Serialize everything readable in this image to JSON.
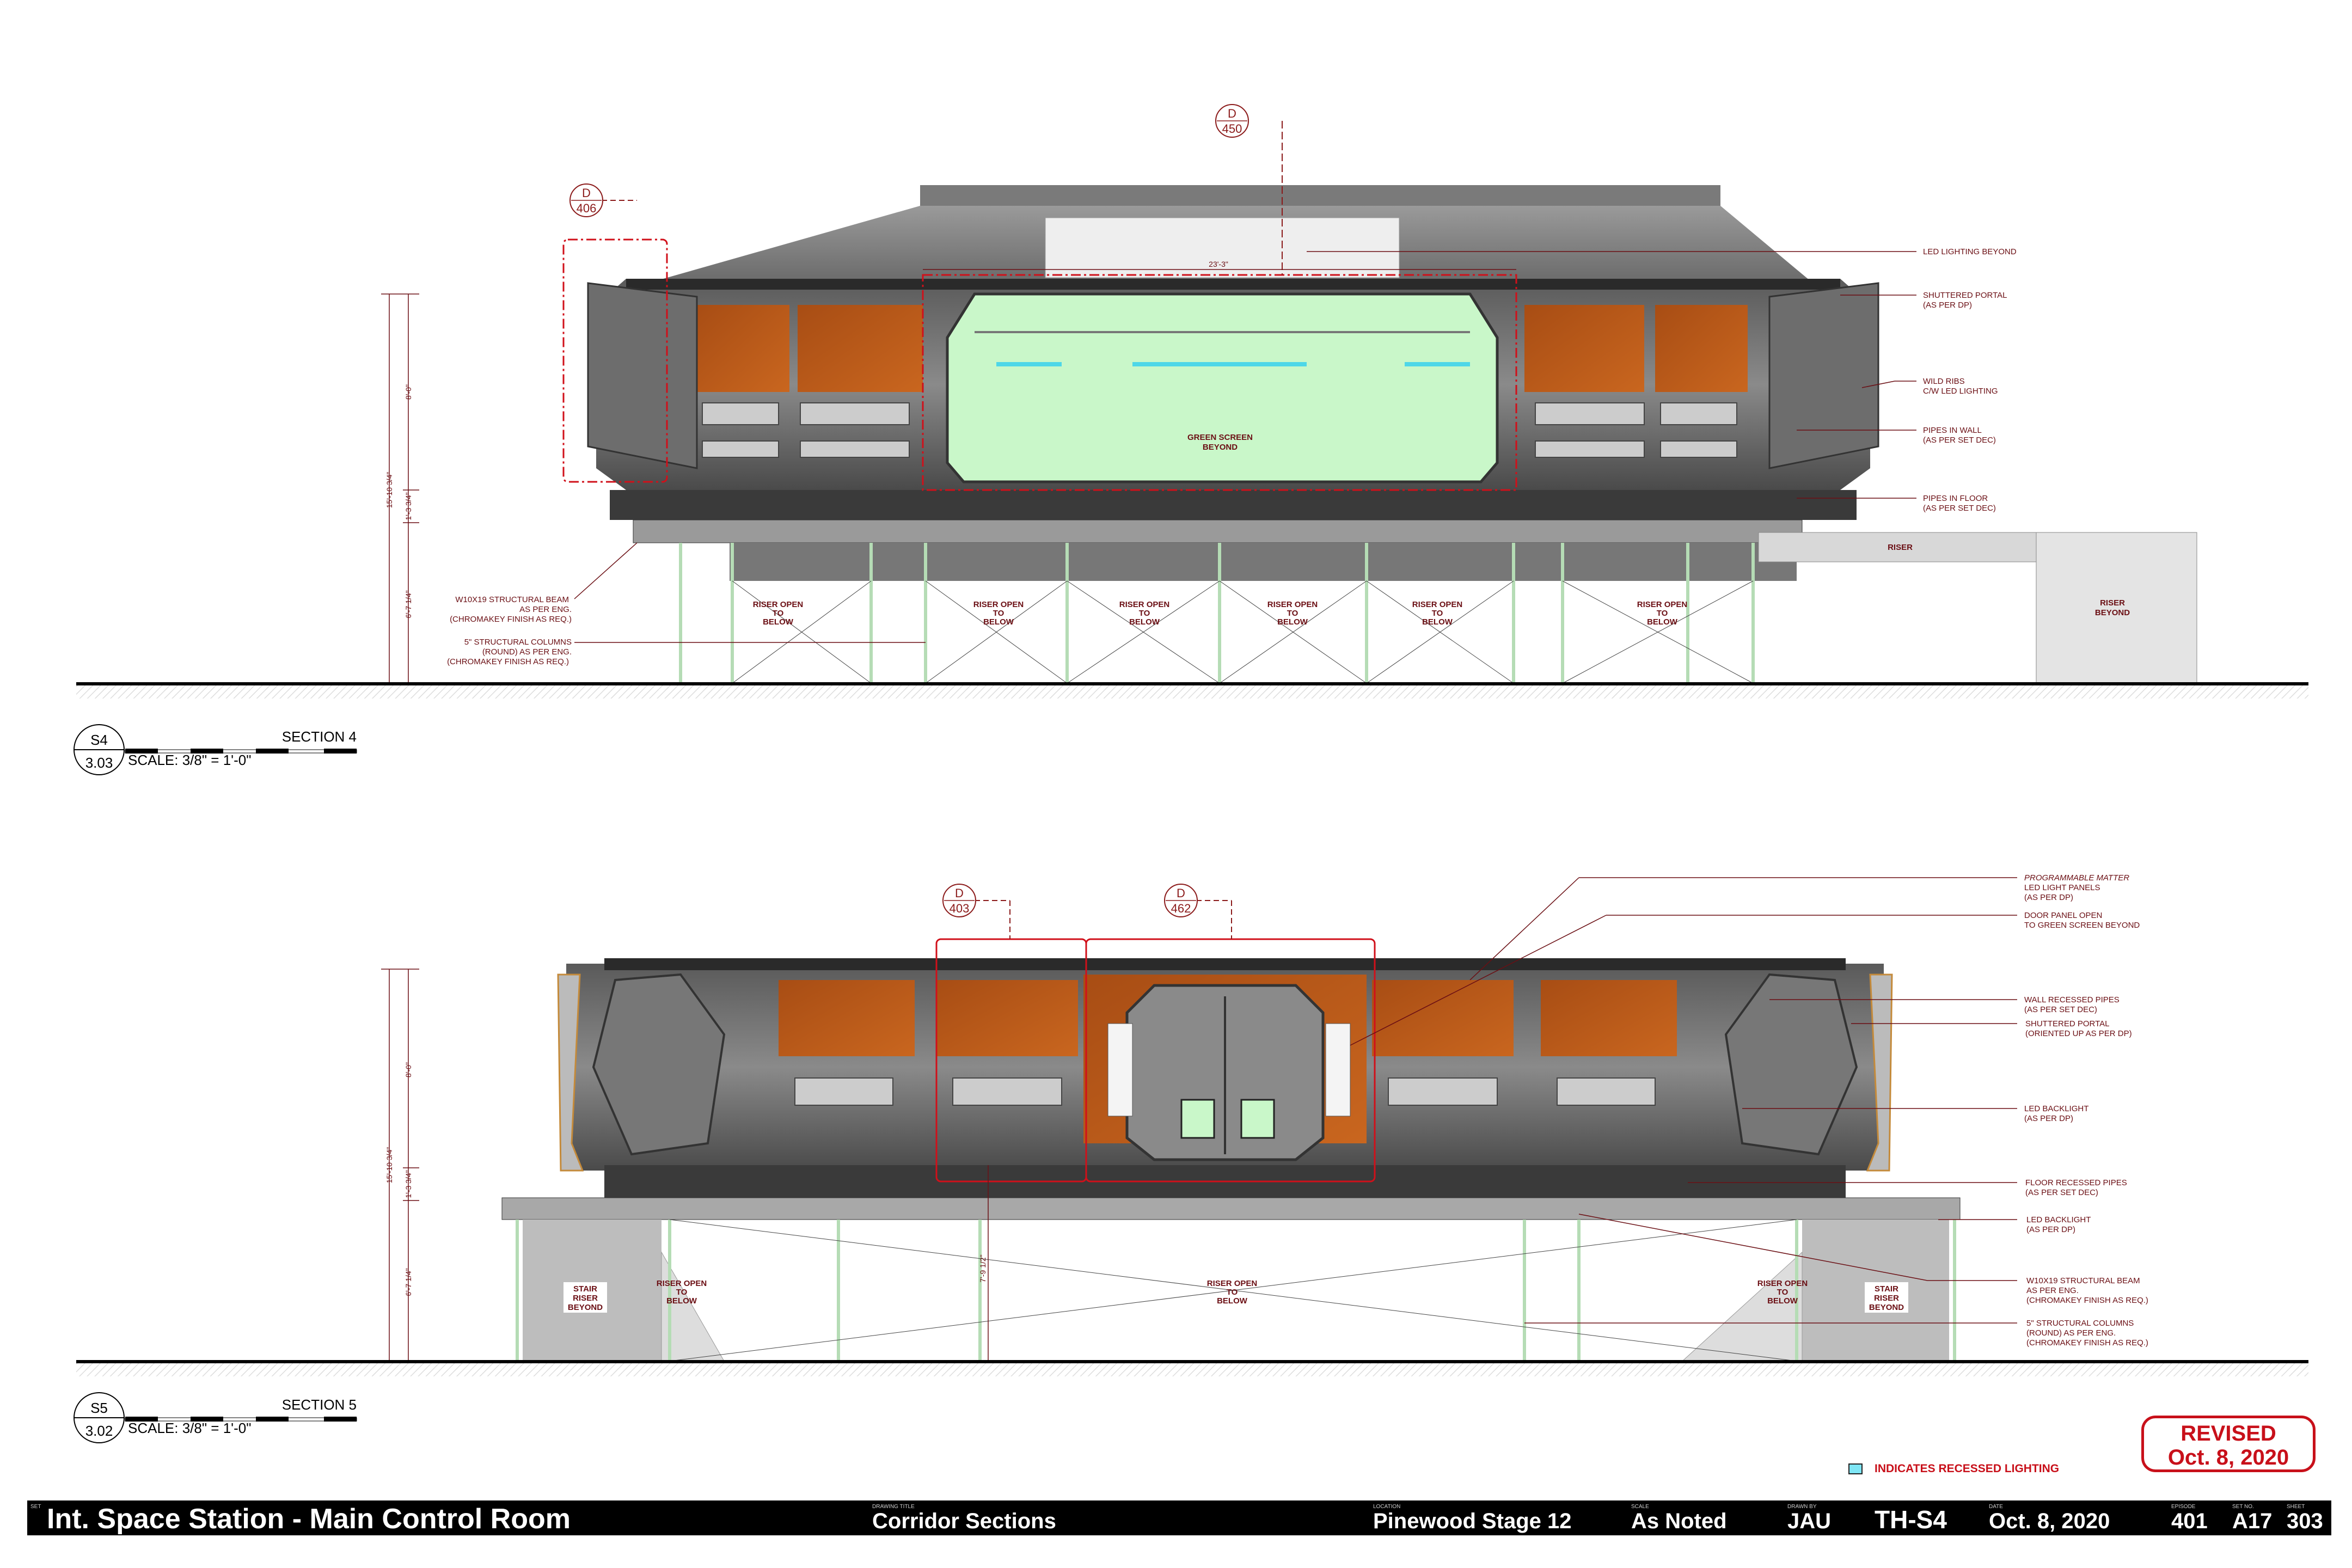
{
  "title_block": {
    "set": {
      "label": "SET",
      "value": "Int. Space Station - Main Control Room"
    },
    "drawing_title": {
      "label": "DRAWING TITLE",
      "value": "Corridor Sections"
    },
    "location": {
      "label": "LOCATION",
      "value": "Pinewood Stage 12"
    },
    "scale": {
      "label": "SCALE",
      "value": "As Noted"
    },
    "drawn_by": {
      "label": "DRAWN BY",
      "value": "JAU"
    },
    "code": {
      "label": "",
      "value": "TH-S4"
    },
    "date": {
      "label": "DATE",
      "value": "Oct. 8, 2020"
    },
    "episode": {
      "label": "EPISODE",
      "value": "401"
    },
    "set_no": {
      "label": "SET NO.",
      "value": "A17"
    },
    "sheet": {
      "label": "SHEET",
      "value": "303"
    }
  },
  "stamp": {
    "line1": "REVISED",
    "line2": "Oct. 8, 2020",
    "color": "#c8101a"
  },
  "legend": {
    "text": "INDICATES RECESSED LIGHTING",
    "swatch_color": "#7fe6f5"
  },
  "section4": {
    "id": "S4",
    "sheet_ref": "3.03",
    "title": "SECTION 4",
    "scale": "SCALE: 3/8\" = 1'-0\"",
    "detail_tags": [
      {
        "letter": "D",
        "number": "450"
      },
      {
        "letter": "D",
        "number": "406"
      }
    ],
    "dimension_width": "23'-3\"",
    "dimensions_vertical": [
      "8'-0\"",
      "1'-3 3/4\"",
      "15'-10 3/4\"",
      "6'-7 1/4\""
    ],
    "green_screen": [
      "GREEN SCREEN",
      "BEYOND"
    ],
    "right_notes": [
      [
        "LED LIGHTING BEYOND"
      ],
      [
        "SHUTTERED PORTAL",
        "(AS PER DP)"
      ],
      [
        "WILD RIBS",
        "C/W LED LIGHTING"
      ],
      [
        "PIPES IN WALL",
        "(AS PER SET DEC)"
      ],
      [
        "PIPES IN FLOOR",
        "(AS PER SET DEC)"
      ]
    ],
    "left_notes": [
      [
        "W10X19 STRUCTURAL BEAM",
        "AS PER ENG.",
        "(CHROMAKEY FINISH AS REQ.)"
      ],
      [
        "5\" STRUCTURAL COLUMNS",
        "(ROUND) AS PER ENG.",
        "(CHROMAKEY FINISH AS REQ.)"
      ]
    ],
    "riser_open": [
      "RISER OPEN",
      "TO",
      "BELOW"
    ],
    "riser": "RISER",
    "riser_beyond": [
      "RISER",
      "BEYOND"
    ]
  },
  "section5": {
    "id": "S5",
    "sheet_ref": "3.02",
    "title": "SECTION 5",
    "scale": "SCALE: 3/8\" = 1'-0\"",
    "detail_tags": [
      {
        "letter": "D",
        "number": "403"
      },
      {
        "letter": "D",
        "number": "462"
      }
    ],
    "dimensions_vertical": [
      "8'-0\"",
      "1'-3 3/4\"",
      "15'-10 3/4\"",
      "6'-7 1/4\"",
      "7'-9 1/2\""
    ],
    "right_notes": [
      [
        "PROGRAMMABLE MATTER",
        "LED LIGHT PANELS",
        "(AS PER DP)"
      ],
      [
        "DOOR PANEL OPEN",
        "TO GREEN SCREEN BEYOND"
      ],
      [
        "WALL RECESSED PIPES",
        "(AS PER SET DEC)"
      ],
      [
        "SHUTTERED PORTAL",
        "(ORIENTED UP AS PER DP)"
      ],
      [
        "LED BACKLIGHT",
        "(AS PER DP)"
      ],
      [
        "FLOOR RECESSED PIPES",
        "(AS PER SET DEC)"
      ],
      [
        "LED BACKLIGHT",
        "(AS PER DP)"
      ],
      [
        "W10X19 STRUCTURAL BEAM",
        "AS PER ENG.",
        "(CHROMAKEY FINISH AS REQ.)"
      ],
      [
        "5\" STRUCTURAL COLUMNS",
        "(ROUND) AS PER ENG.",
        "(CHROMAKEY FINISH AS REQ.)"
      ]
    ],
    "riser_open": [
      "RISER OPEN",
      "TO",
      "BELOW"
    ],
    "stair_riser_beyond": [
      "STAIR",
      "RISER",
      "BEYOND"
    ]
  }
}
